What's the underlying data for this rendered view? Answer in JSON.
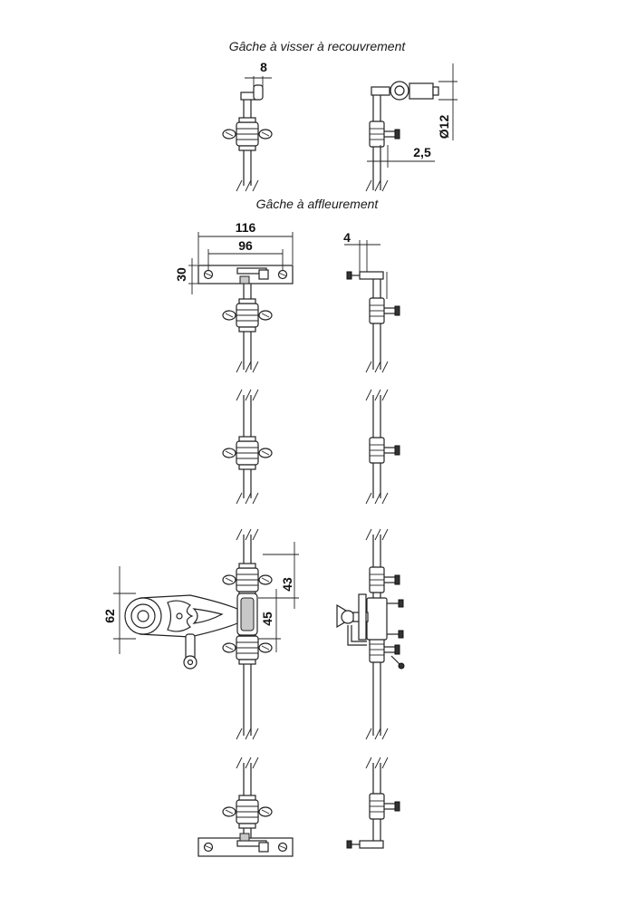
{
  "captions": {
    "screw_strike": "Gâche à visser à recouvrement",
    "flush_strike": "Gâche à affleurement"
  },
  "dimensions": {
    "d8": "8",
    "d12": "Ø12",
    "d2_5": "2,5",
    "d116": "116",
    "d96": "96",
    "d30": "30",
    "d4": "4",
    "d62": "62",
    "d43": "43",
    "d45": "45"
  }
}
